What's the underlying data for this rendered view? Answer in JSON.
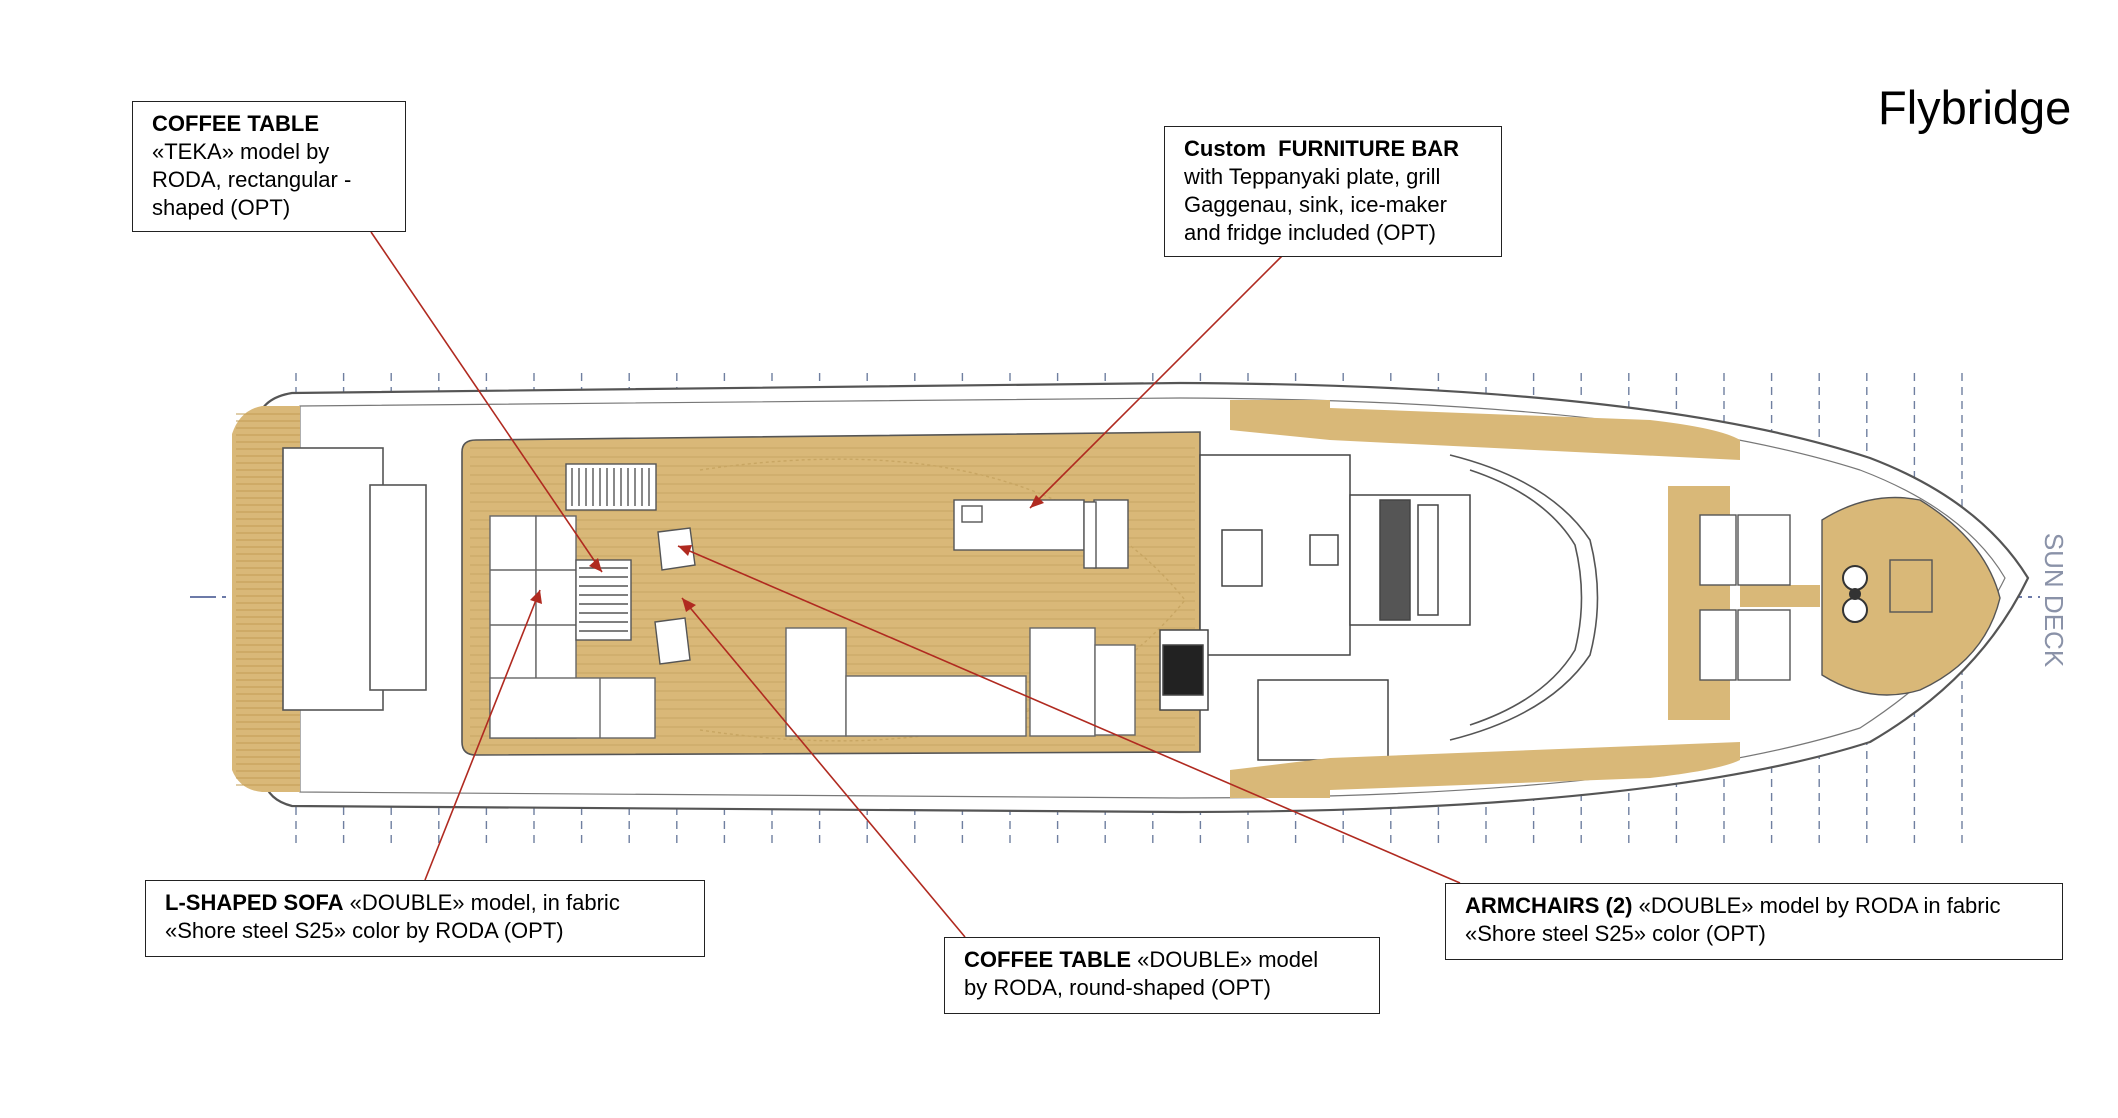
{
  "page_title": "Flybridge",
  "deck_label": "SUN DECK",
  "callouts": {
    "coffee_table_teka": {
      "line1_bold": "COFFEE TABLE",
      "line2": "«TEKA» model by",
      "line3": "RODA, rectangular -",
      "line4": "shaped (OPT)"
    },
    "furniture_bar": {
      "line1_prefix": "Custom",
      "line1_bold": "FURNITURE BAR",
      "line2": "with Teppanyaki plate, grill",
      "line3": "Gaggenau, sink, ice-maker",
      "line4": "and fridge included (OPT)"
    },
    "l_shaped_sofa": {
      "line1_bold": "L-SHAPED SOFA",
      "line1_rest": "«DOUBLE» model, in fabric",
      "line2": "«Shore steel S25» color by RODA (OPT)"
    },
    "coffee_table_double": {
      "line1_bold": "COFFEE TABLE",
      "line1_rest": "«DOUBLE» model",
      "line2": "by RODA, round-shaped (OPT)"
    },
    "armchairs": {
      "line1_bold": "ARMCHAIRS (2)",
      "line1_rest": "«DOUBLE» model by RODA in fabric",
      "line2": "«Shore steel S25» color (OPT)"
    }
  },
  "colors": {
    "teak": "#d9b878",
    "teak_dark": "#b8914a",
    "hull_line": "#555555",
    "grid_line": "#6f7fa0",
    "leader_line": "#b02a20",
    "deck_label": "#8a92a8"
  }
}
